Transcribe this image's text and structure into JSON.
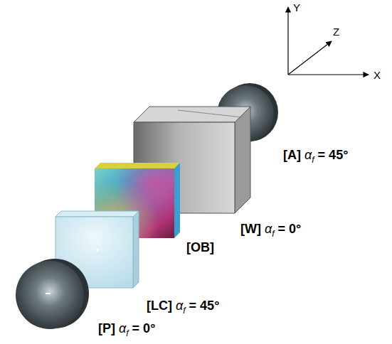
{
  "diagram": {
    "labels": [
      "Y",
      "Z",
      "X",
      "[A] αf = 45°",
      "[W] αf = 0°",
      "[OB]",
      "[LC] αf = 45°",
      "[P] αf = 0°"
    ]
  }
}
